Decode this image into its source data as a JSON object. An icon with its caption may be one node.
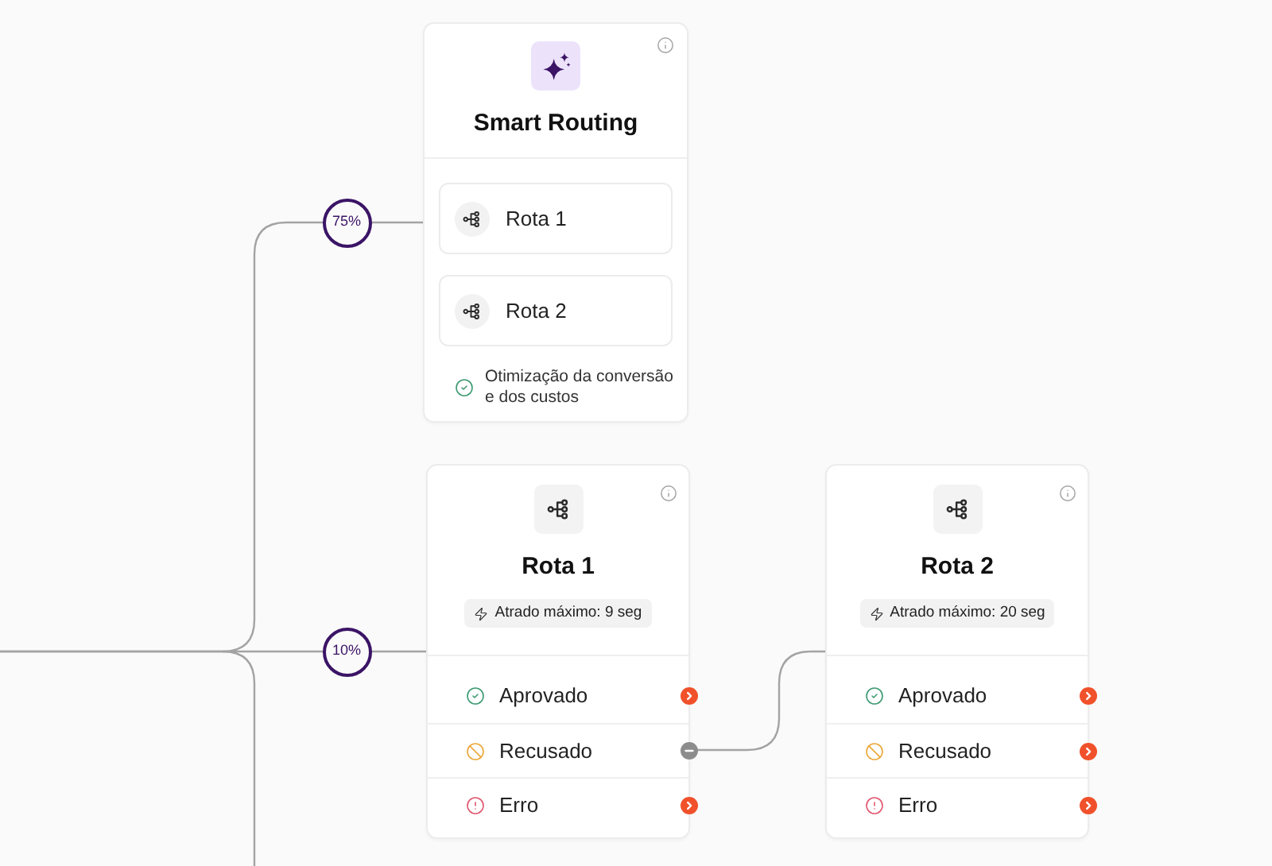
{
  "diagram": {
    "nodes": [
      {
        "text": [
          "Smart Routing",
          "Otimização da conversão e dos custos"
        ]
      },
      {
        "text": [
          "Rota 1"
        ],
        "in": 0
      },
      {
        "text": [
          "Rota 2"
        ],
        "in": 0
      },
      {
        "text": [
          "Rota 1",
          "Atrado máximo: 9 seg"
        ]
      },
      {
        "text": [
          "Aprovado"
        ],
        "in": 3
      },
      {
        "text": [
          "Recusado"
        ],
        "in": 3
      },
      {
        "text": [
          "Erro"
        ],
        "in": 3
      },
      {
        "text": [
          "Rota 2",
          "Atrado máximo: 20 seg"
        ]
      },
      {
        "text": [
          "Aprovado"
        ],
        "in": 7
      },
      {
        "text": [
          "Recusado"
        ],
        "in": 7
      },
      {
        "text": [
          "Erro"
        ],
        "in": 7
      },
      {
        "text": [],
        "shape": "circle"
      }
    ],
    "edges": [
      {
        "from": null,
        "to": 0,
        "arrow": "none",
        "label": "75%"
      },
      {
        "from": null,
        "to": 3,
        "arrow": "none",
        "label": "10%"
      },
      {
        "from": 11,
        "to": 7,
        "arrow": "none"
      }
    ]
  }
}
